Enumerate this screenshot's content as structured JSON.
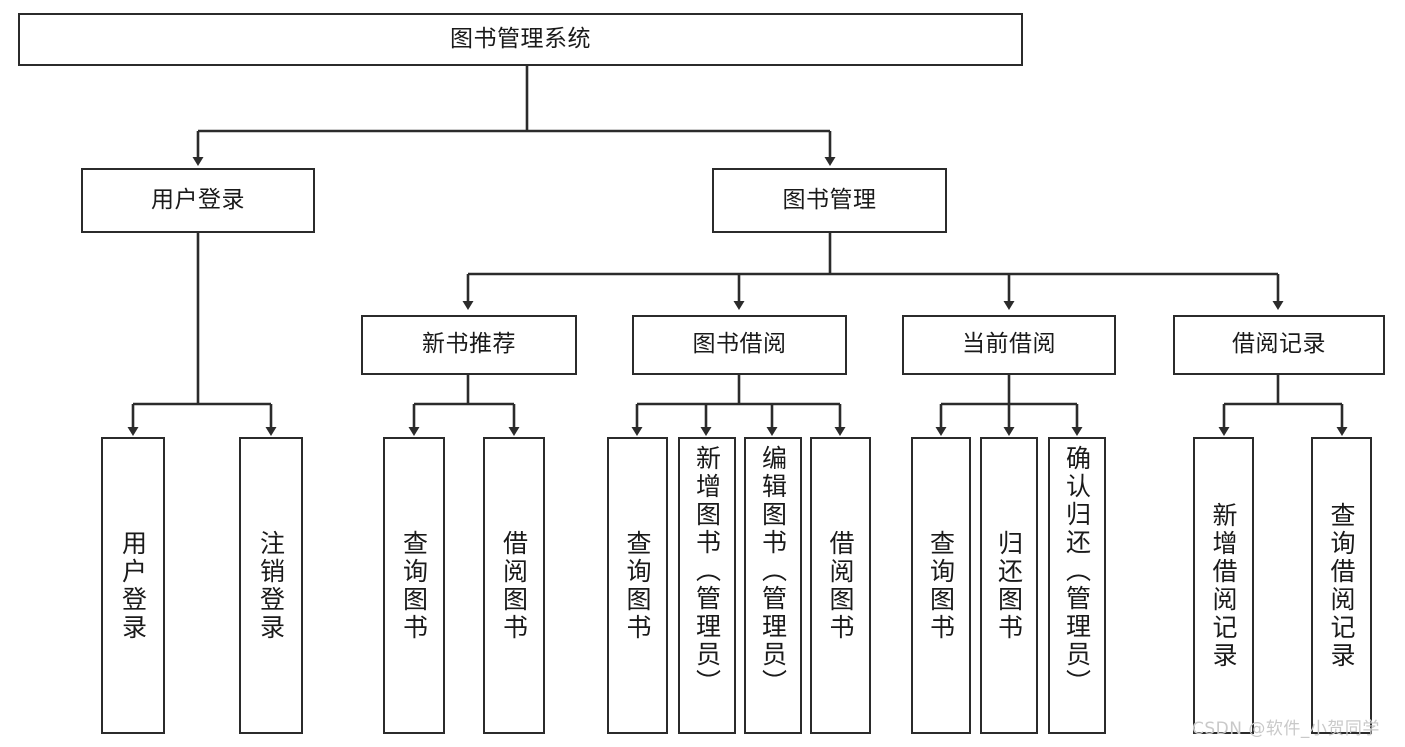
{
  "diagram": {
    "title": "图书管理系统",
    "watermark": "CSDN @软件_小贺同学",
    "style": {
      "border_color": "#2b2b2b",
      "background": "#ffffff",
      "text_color": "#1a1a1a",
      "watermark_color": "#c9c9c9"
    },
    "nodes": {
      "root": "图书管理系统",
      "level2": [
        "用户登录",
        "图书管理"
      ],
      "level3": [
        "新书推荐",
        "图书借阅",
        "当前借阅",
        "借阅记录"
      ],
      "leaves_user_login": [
        "用户登录",
        "注销登录"
      ],
      "leaves_new_book": [
        "查询图书",
        "借阅图书"
      ],
      "leaves_borrow": [
        "查询图书",
        "新增图书（管理员）",
        "编辑图书（管理员）",
        "借阅图书"
      ],
      "leaves_current": [
        "查询图书",
        "归还图书",
        "确认归还（管理员）"
      ],
      "leaves_records": [
        "新增借阅记录",
        "查询借阅记录"
      ]
    }
  }
}
